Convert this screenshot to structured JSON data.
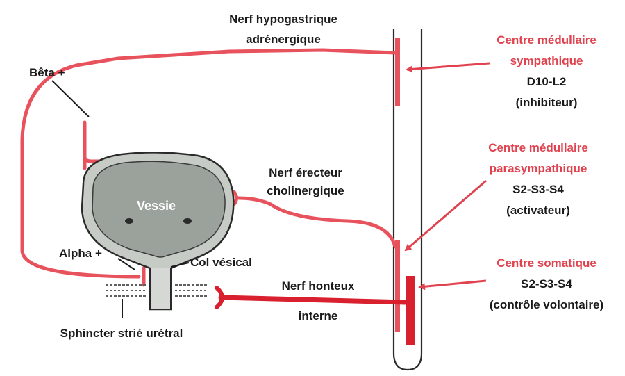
{
  "labels": {
    "nerf_hypogastrique_1": "Nerf hypogastrique",
    "nerf_hypogastrique_2": "adrénergique",
    "beta": "Bêta +",
    "nerf_erecteur_1": "Nerf érecteur",
    "nerf_erecteur_2": "cholinergique",
    "vessie": "Vessie",
    "alpha": "Alpha +",
    "col_vesical": "Col vésical",
    "nerf_honteux_1": "Nerf honteux",
    "nerf_honteux_2": "interne",
    "sphincter": "Sphincter strié urétral"
  },
  "centers": {
    "sympathique": {
      "title_1": "Centre médullaire",
      "title_2": "sympathique",
      "level": "D10-L2",
      "role": "(inhibiteur)"
    },
    "parasympathique": {
      "title_1": "Centre médullaire",
      "title_2": "parasympathique",
      "level": "S2-S3-S4",
      "role": "(activateur)"
    },
    "somatique": {
      "title": "Centre somatique",
      "level": "S2-S3-S4",
      "role": "(contrôle volontaire)"
    }
  },
  "colors": {
    "nerve": "#e8525d",
    "nerve_dark": "#d8202e",
    "outline": "#2a2a2a",
    "bladder_fill": "#bcc0bc",
    "bladder_inner": "#9aa09a",
    "red_text": "#e0434f"
  }
}
